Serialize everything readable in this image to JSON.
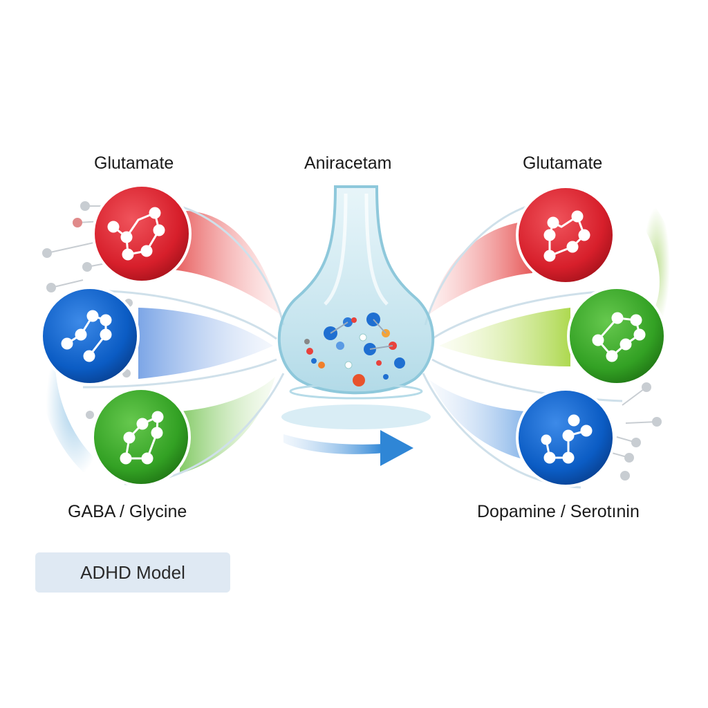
{
  "labels": {
    "glutamate_left": "Glutamate",
    "drug": "Aniracetam",
    "glutamate_right": "Glutamate",
    "gaba_glycine": "GABA / Glycine",
    "dopamine_serotonin": "Dopamine / Serotınin"
  },
  "badge": {
    "text": "ADHD Model"
  },
  "colors": {
    "red": "#d9232e",
    "blue": "#0d5fc7",
    "green": "#35a326",
    "funnel": "#7fc1d6",
    "arrow": "#2f86d6",
    "badge_bg": "#dfe9f3"
  },
  "icons": {
    "left_top": "molecule-icon",
    "left_mid": "molecule-icon",
    "left_bottom": "molecule-icon",
    "right_top": "molecule-icon",
    "right_mid": "molecule-icon",
    "right_bottom": "molecule-icon",
    "center": "synapse-funnel-icon",
    "flow": "arrow-right-icon"
  }
}
